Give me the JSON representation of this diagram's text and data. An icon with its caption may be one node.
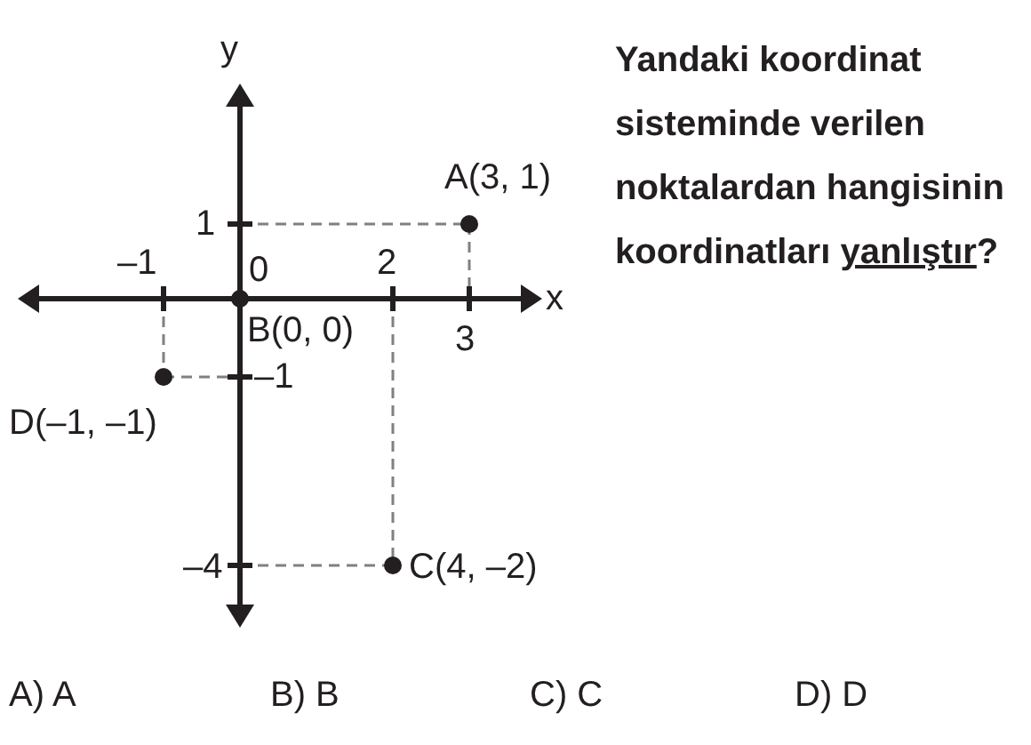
{
  "diagram": {
    "labels": [
      "y",
      "Yandaki koordinat sisteminde verilen noktalardan hangisinin koordinatları ",
      "yanlıştır",
      "?",
      "A(3, 1)",
      "1",
      "–1",
      "0",
      "2",
      "x",
      "B(0, 0)",
      "3",
      "–1",
      "D(–1, –1)",
      "–4",
      "C(4, –2)",
      "A) A",
      "B) B",
      "C) C",
      "D) D"
    ]
  }
}
